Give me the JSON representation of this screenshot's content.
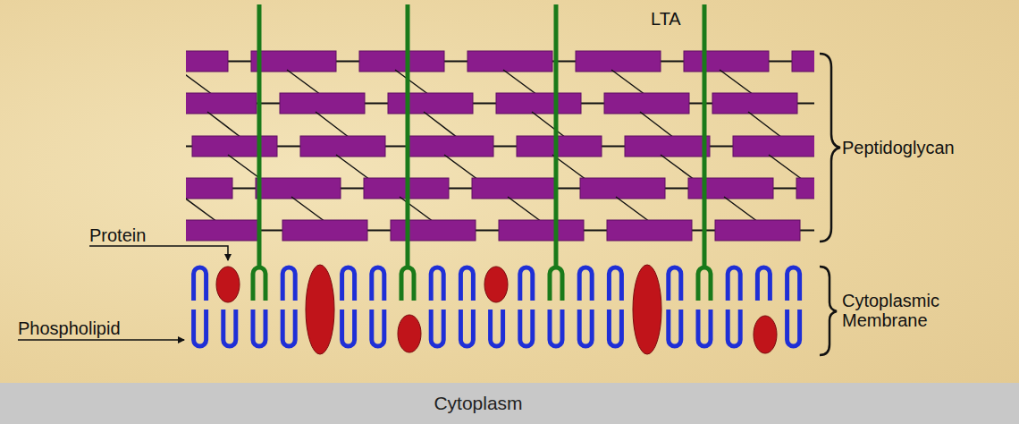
{
  "diagram": {
    "nodes": [
      {
        "text": [
          "Cytoplasm"
        ]
      }
    ],
    "labels": [
      "LTA",
      "Peptidoglycan",
      "Protein",
      "Phospholipid",
      "Cytoplasmic Membrane"
    ]
  }
}
